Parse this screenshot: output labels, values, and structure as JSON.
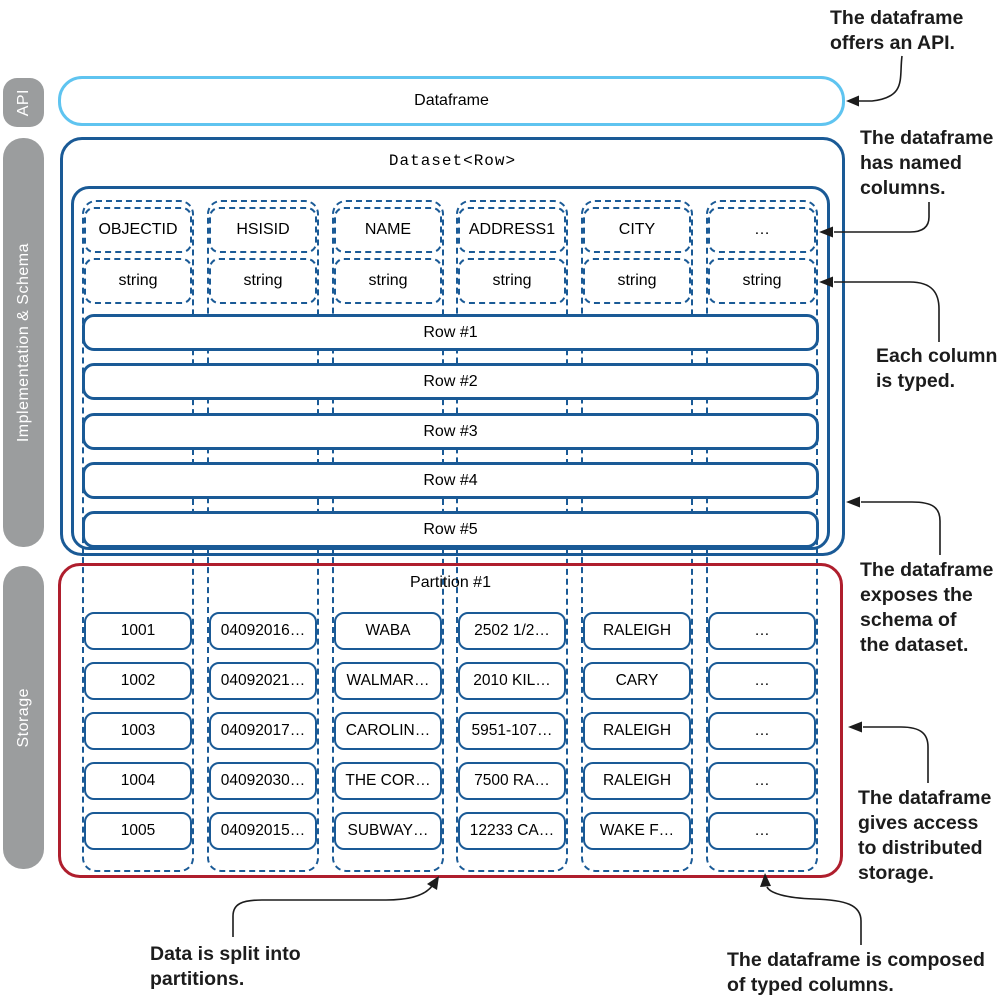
{
  "sidebar": {
    "labels": [
      "API",
      "Implementation & Schema",
      "Storage"
    ]
  },
  "layers": {
    "api_title": "Dataframe",
    "dataset_title": "Dataset<Row>",
    "partition_title": "Partition #1"
  },
  "table": {
    "columns": [
      {
        "name": "OBJECTID",
        "type": "string",
        "values": [
          "1001",
          "1002",
          "1003",
          "1004",
          "1005"
        ]
      },
      {
        "name": "HSISID",
        "type": "string",
        "values": [
          "04092016…",
          "04092021…",
          "04092017…",
          "04092030…",
          "04092015…"
        ]
      },
      {
        "name": "NAME",
        "type": "string",
        "values": [
          "WABA",
          "WALMAR…",
          "CAROLIN…",
          "THE COR…",
          "SUBWAY…"
        ]
      },
      {
        "name": "ADDRESS1",
        "type": "string",
        "values": [
          "2502 1/2…",
          "2010 KIL…",
          "5951-107…",
          "7500 RA…",
          "12233 CA…"
        ]
      },
      {
        "name": "CITY",
        "type": "string",
        "values": [
          "RALEIGH",
          "CARY",
          "RALEIGH",
          "RALEIGH",
          "WAKE F…"
        ]
      },
      {
        "name": "…",
        "type": "string",
        "values": [
          "…",
          "…",
          "…",
          "…",
          "…"
        ]
      }
    ],
    "rows": [
      "Row #1",
      "Row #2",
      "Row #3",
      "Row #4",
      "Row #5"
    ]
  },
  "annotations": {
    "offers_api": {
      "lines": [
        "The dataframe",
        "offers an API."
      ]
    },
    "named_columns": {
      "lines": [
        "The dataframe",
        "has named",
        "columns."
      ]
    },
    "typed_column": {
      "lines": [
        "Each column",
        "is typed."
      ]
    },
    "exposes_schema": {
      "lines": [
        "The dataframe",
        "exposes the",
        "schema of",
        "the dataset."
      ]
    },
    "distributed_storage": {
      "lines": [
        "The dataframe",
        "gives access",
        "to distributed",
        "storage."
      ]
    },
    "composed_typed_columns": {
      "lines": [
        "The dataframe is composed",
        "of typed columns."
      ]
    },
    "split_partitions": {
      "lines": [
        "Data is split into",
        "partitions."
      ]
    }
  },
  "colors": {
    "api_border": "#5FC4F0",
    "schema_border": "#1A5A96",
    "storage_border": "#AF1E2D",
    "sidebar_bg": "#9B9D9E",
    "annotation_text": "#1C1C1C"
  }
}
